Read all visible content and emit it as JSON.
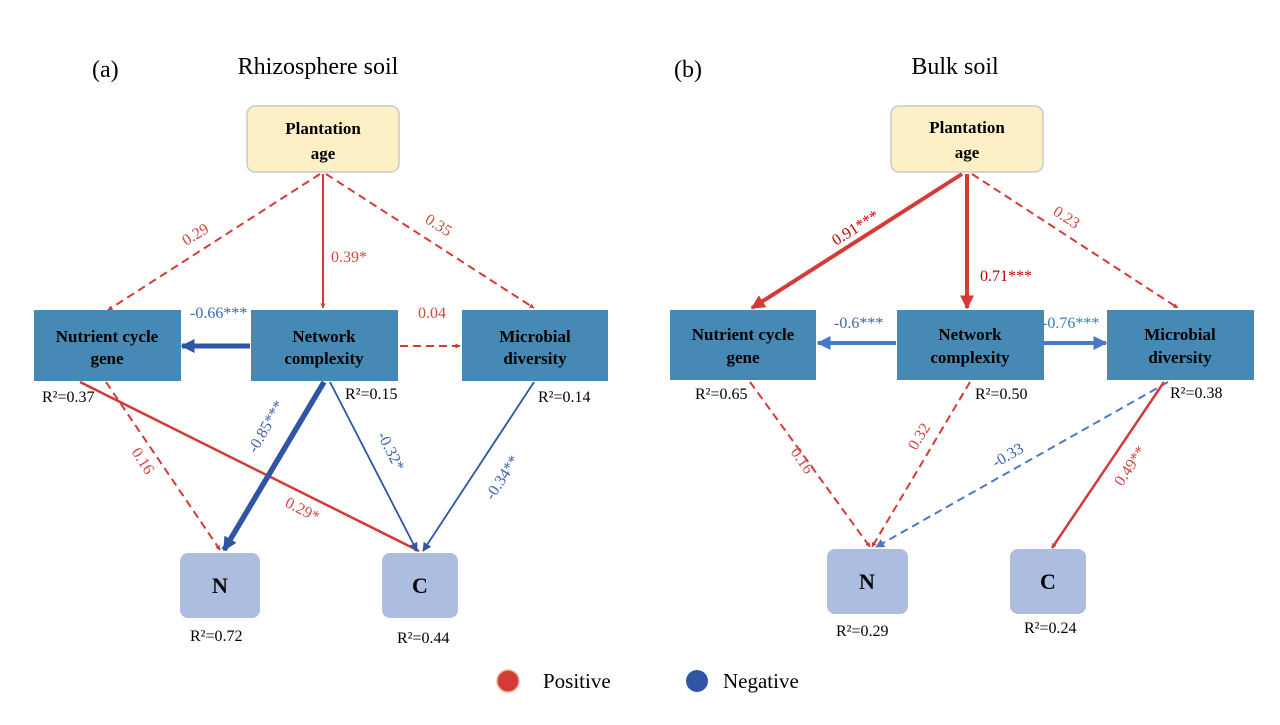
{
  "colors": {
    "positive": "#d43a36",
    "negative": "#3055a4",
    "negative_light": "#4a78c8",
    "coef_positive": "#d0473f",
    "coef_negative": "#3d64b0",
    "coef_negative_teal": "#2f83b7",
    "coef_strong_positive": "#c00000",
    "age_fill": "#fdefc6",
    "age_stroke": "#c9c9c9",
    "mid_fill": "#4689b4",
    "out_fill": "#adbde0"
  },
  "panels": [
    {
      "letter": "(a)",
      "title": "Rhizosphere soil",
      "nodes": {
        "age": {
          "lines": [
            "Plantation",
            "age"
          ]
        },
        "nutrient": {
          "lines": [
            "Nutrient cycle",
            "gene"
          ],
          "r2": "R²=0.37"
        },
        "network": {
          "lines": [
            "Network",
            "complexity"
          ],
          "r2": "R²=0.15"
        },
        "microbial": {
          "lines": [
            "Microbial",
            "diversity"
          ],
          "r2": "R²=0.14"
        },
        "n": {
          "label": "N",
          "r2": "R²=0.72"
        },
        "c": {
          "label": "C",
          "r2": "R²=0.44"
        }
      },
      "paths": [
        {
          "id": "age-nutrient",
          "sign": "positive",
          "style": "dashed",
          "coef": "0.29"
        },
        {
          "id": "age-network",
          "sign": "positive",
          "style": "solid",
          "coef": "0.39*"
        },
        {
          "id": "age-microbial",
          "sign": "positive",
          "style": "dashed",
          "coef": "0.35"
        },
        {
          "id": "network-nutrient",
          "sign": "negative",
          "style": "solid",
          "coef": "-0.66***"
        },
        {
          "id": "network-microbial",
          "sign": "positive",
          "style": "dashed",
          "coef": "0.04"
        },
        {
          "id": "nutrient-n",
          "sign": "positive",
          "style": "dashed",
          "coef": "0.16"
        },
        {
          "id": "nutrient-c",
          "sign": "positive",
          "style": "solid",
          "coef": "0.29*"
        },
        {
          "id": "network-n",
          "sign": "negative",
          "style": "solid",
          "coef": "-0.85***"
        },
        {
          "id": "network-c",
          "sign": "negative",
          "style": "solid",
          "coef": "-0.32*"
        },
        {
          "id": "microbial-c",
          "sign": "negative",
          "style": "solid",
          "coef": "-0.34**"
        }
      ]
    },
    {
      "letter": "(b)",
      "title": "Bulk soil",
      "nodes": {
        "age": {
          "lines": [
            "Plantation",
            "age"
          ]
        },
        "nutrient": {
          "lines": [
            "Nutrient cycle",
            "gene"
          ],
          "r2": "R²=0.65"
        },
        "network": {
          "lines": [
            "Network",
            "complexity"
          ],
          "r2": "R²=0.50"
        },
        "microbial": {
          "lines": [
            "Microbial",
            "diversity"
          ],
          "r2": "R²=0.38"
        },
        "n": {
          "label": "N",
          "r2": "R²=0.29"
        },
        "c": {
          "label": "C",
          "r2": "R²=0.24"
        }
      },
      "paths": [
        {
          "id": "age-nutrient",
          "sign": "positive",
          "style": "solid",
          "coef": "0.91***"
        },
        {
          "id": "age-network",
          "sign": "positive",
          "style": "solid",
          "coef": "0.71***"
        },
        {
          "id": "age-microbial",
          "sign": "positive",
          "style": "dashed",
          "coef": "0.23"
        },
        {
          "id": "network-nutrient",
          "sign": "negative",
          "style": "solid",
          "coef": "-0.6***"
        },
        {
          "id": "network-microbial",
          "sign": "negative",
          "style": "solid",
          "coef": "-0.76***"
        },
        {
          "id": "nutrient-n",
          "sign": "positive",
          "style": "dashed",
          "coef": "0.16"
        },
        {
          "id": "network-n",
          "sign": "positive",
          "style": "dashed",
          "coef": "0.32"
        },
        {
          "id": "microbial-n",
          "sign": "negative",
          "style": "dashed",
          "coef": "-0.33"
        },
        {
          "id": "microbial-c",
          "sign": "positive",
          "style": "solid",
          "coef": "0.49**"
        }
      ]
    }
  ],
  "legend": {
    "positive_label": "Positive",
    "negative_label": "Negative"
  }
}
